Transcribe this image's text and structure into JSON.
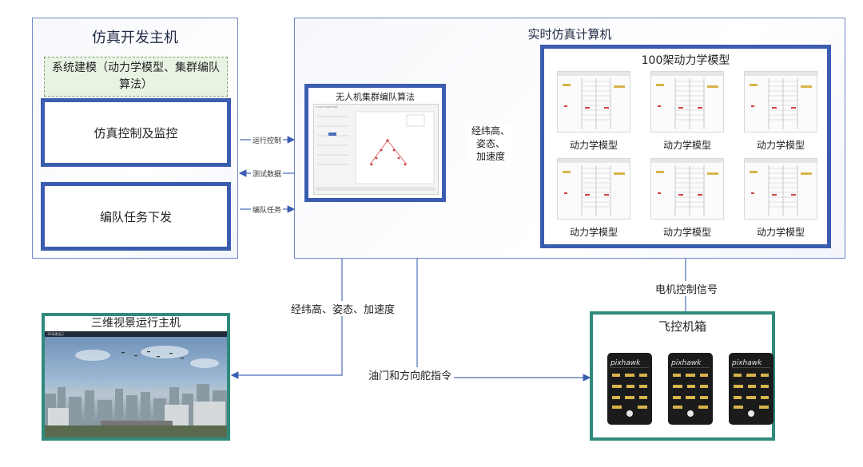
{
  "dev_host": {
    "title": "仿真开发主机",
    "modeling": "系统建模（动力学模型、集群编队算法）",
    "monitor": "仿真控制及监控",
    "dispatch": "编队任务下发"
  },
  "realtime": {
    "title": "实时仿真计算机",
    "algo": {
      "title": "无人机集群编队算法",
      "tiny_title": "Y-UAV FORMATION"
    },
    "models": {
      "title": "100架动力学模型",
      "items": [
        "动力学模型",
        "动力学模型",
        "动力学模型",
        "动力学模型",
        "动力学模型",
        "动力学模型"
      ]
    }
  },
  "arrows": {
    "run_control": "运行控制",
    "test_data": "测试数据",
    "formation_task": "编队任务",
    "lat_lon_alt_1": "经纬高、",
    "attitude_1": "姿态、",
    "accel_1": "加速度",
    "lat_lon_alt_2": "经纬高、姿态、加速度",
    "motor_signal": "电机控制信号",
    "throttle_rudder": "油门和方向舵指令"
  },
  "scene_host": {
    "title": "三维视景运行主机",
    "caption_bar": "3D场景显示"
  },
  "fc_box": {
    "title": "飞控机箱",
    "brand": "pixhawk",
    "units": [
      "pixhawk",
      "pixhawk",
      "pixhawk"
    ]
  },
  "colors": {
    "blue_border": "#3b5db0",
    "teal_border": "#2f8a7d",
    "dash_green": "#7aa36a",
    "arrow": "#4a6fb8"
  }
}
